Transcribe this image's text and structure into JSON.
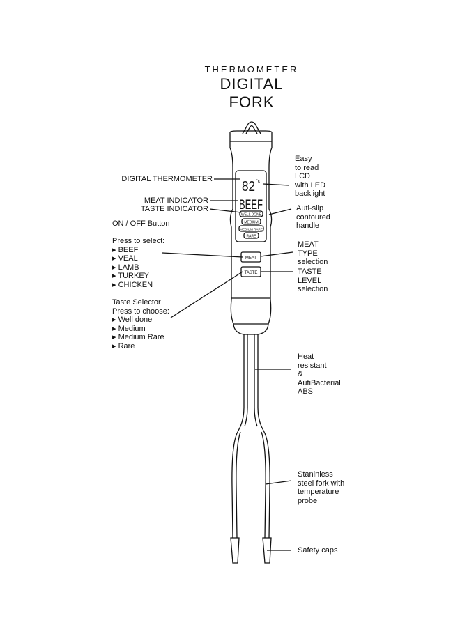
{
  "title": {
    "line1": "THERMOMETER",
    "line2": "DIGITAL",
    "line3": "FORK"
  },
  "lcd": {
    "temperature": "82",
    "unit": "°c",
    "meat": "BEEF",
    "taste_levels": [
      "WELL DONE",
      "MEDIUM",
      "MEDIUM RARE",
      "RARE"
    ]
  },
  "buttons": {
    "meat": "MEAT",
    "taste": "TASTE"
  },
  "labels": {
    "digital_thermometer": "DIGITAL THERMOMETER",
    "meat_indicator": "MEAT INDICATOR",
    "taste_indicator": "TASTE INDICATOR",
    "on_off": "ON / OFF Button",
    "press_select_title": "Press to select:",
    "meat_options": [
      "BEEF",
      "VEAL",
      "LAMB",
      "TURKEY",
      "CHICKEN"
    ],
    "taste_selector_title": "Taste Selector",
    "press_choose_title": "Press to choose:",
    "taste_options": [
      "Well done",
      "Medium",
      "Medium Rare",
      "Rare"
    ],
    "lcd_desc": [
      "Easy",
      "to read",
      "LCD",
      "with LED",
      "backlight"
    ],
    "handle_desc": [
      "Auti-slip",
      "contoured",
      "handle"
    ],
    "meat_type_desc": [
      "MEAT",
      "TYPE",
      "selection"
    ],
    "taste_level_desc": [
      "TASTE",
      "LEVEL",
      "selection"
    ],
    "abs_desc": [
      "Heat",
      "resistant",
      "&",
      "AutiBacterial",
      "ABS"
    ],
    "fork_desc": [
      "Staninless",
      "steel fork with",
      "temperature",
      "probe"
    ],
    "caps_desc": "Safety caps"
  }
}
